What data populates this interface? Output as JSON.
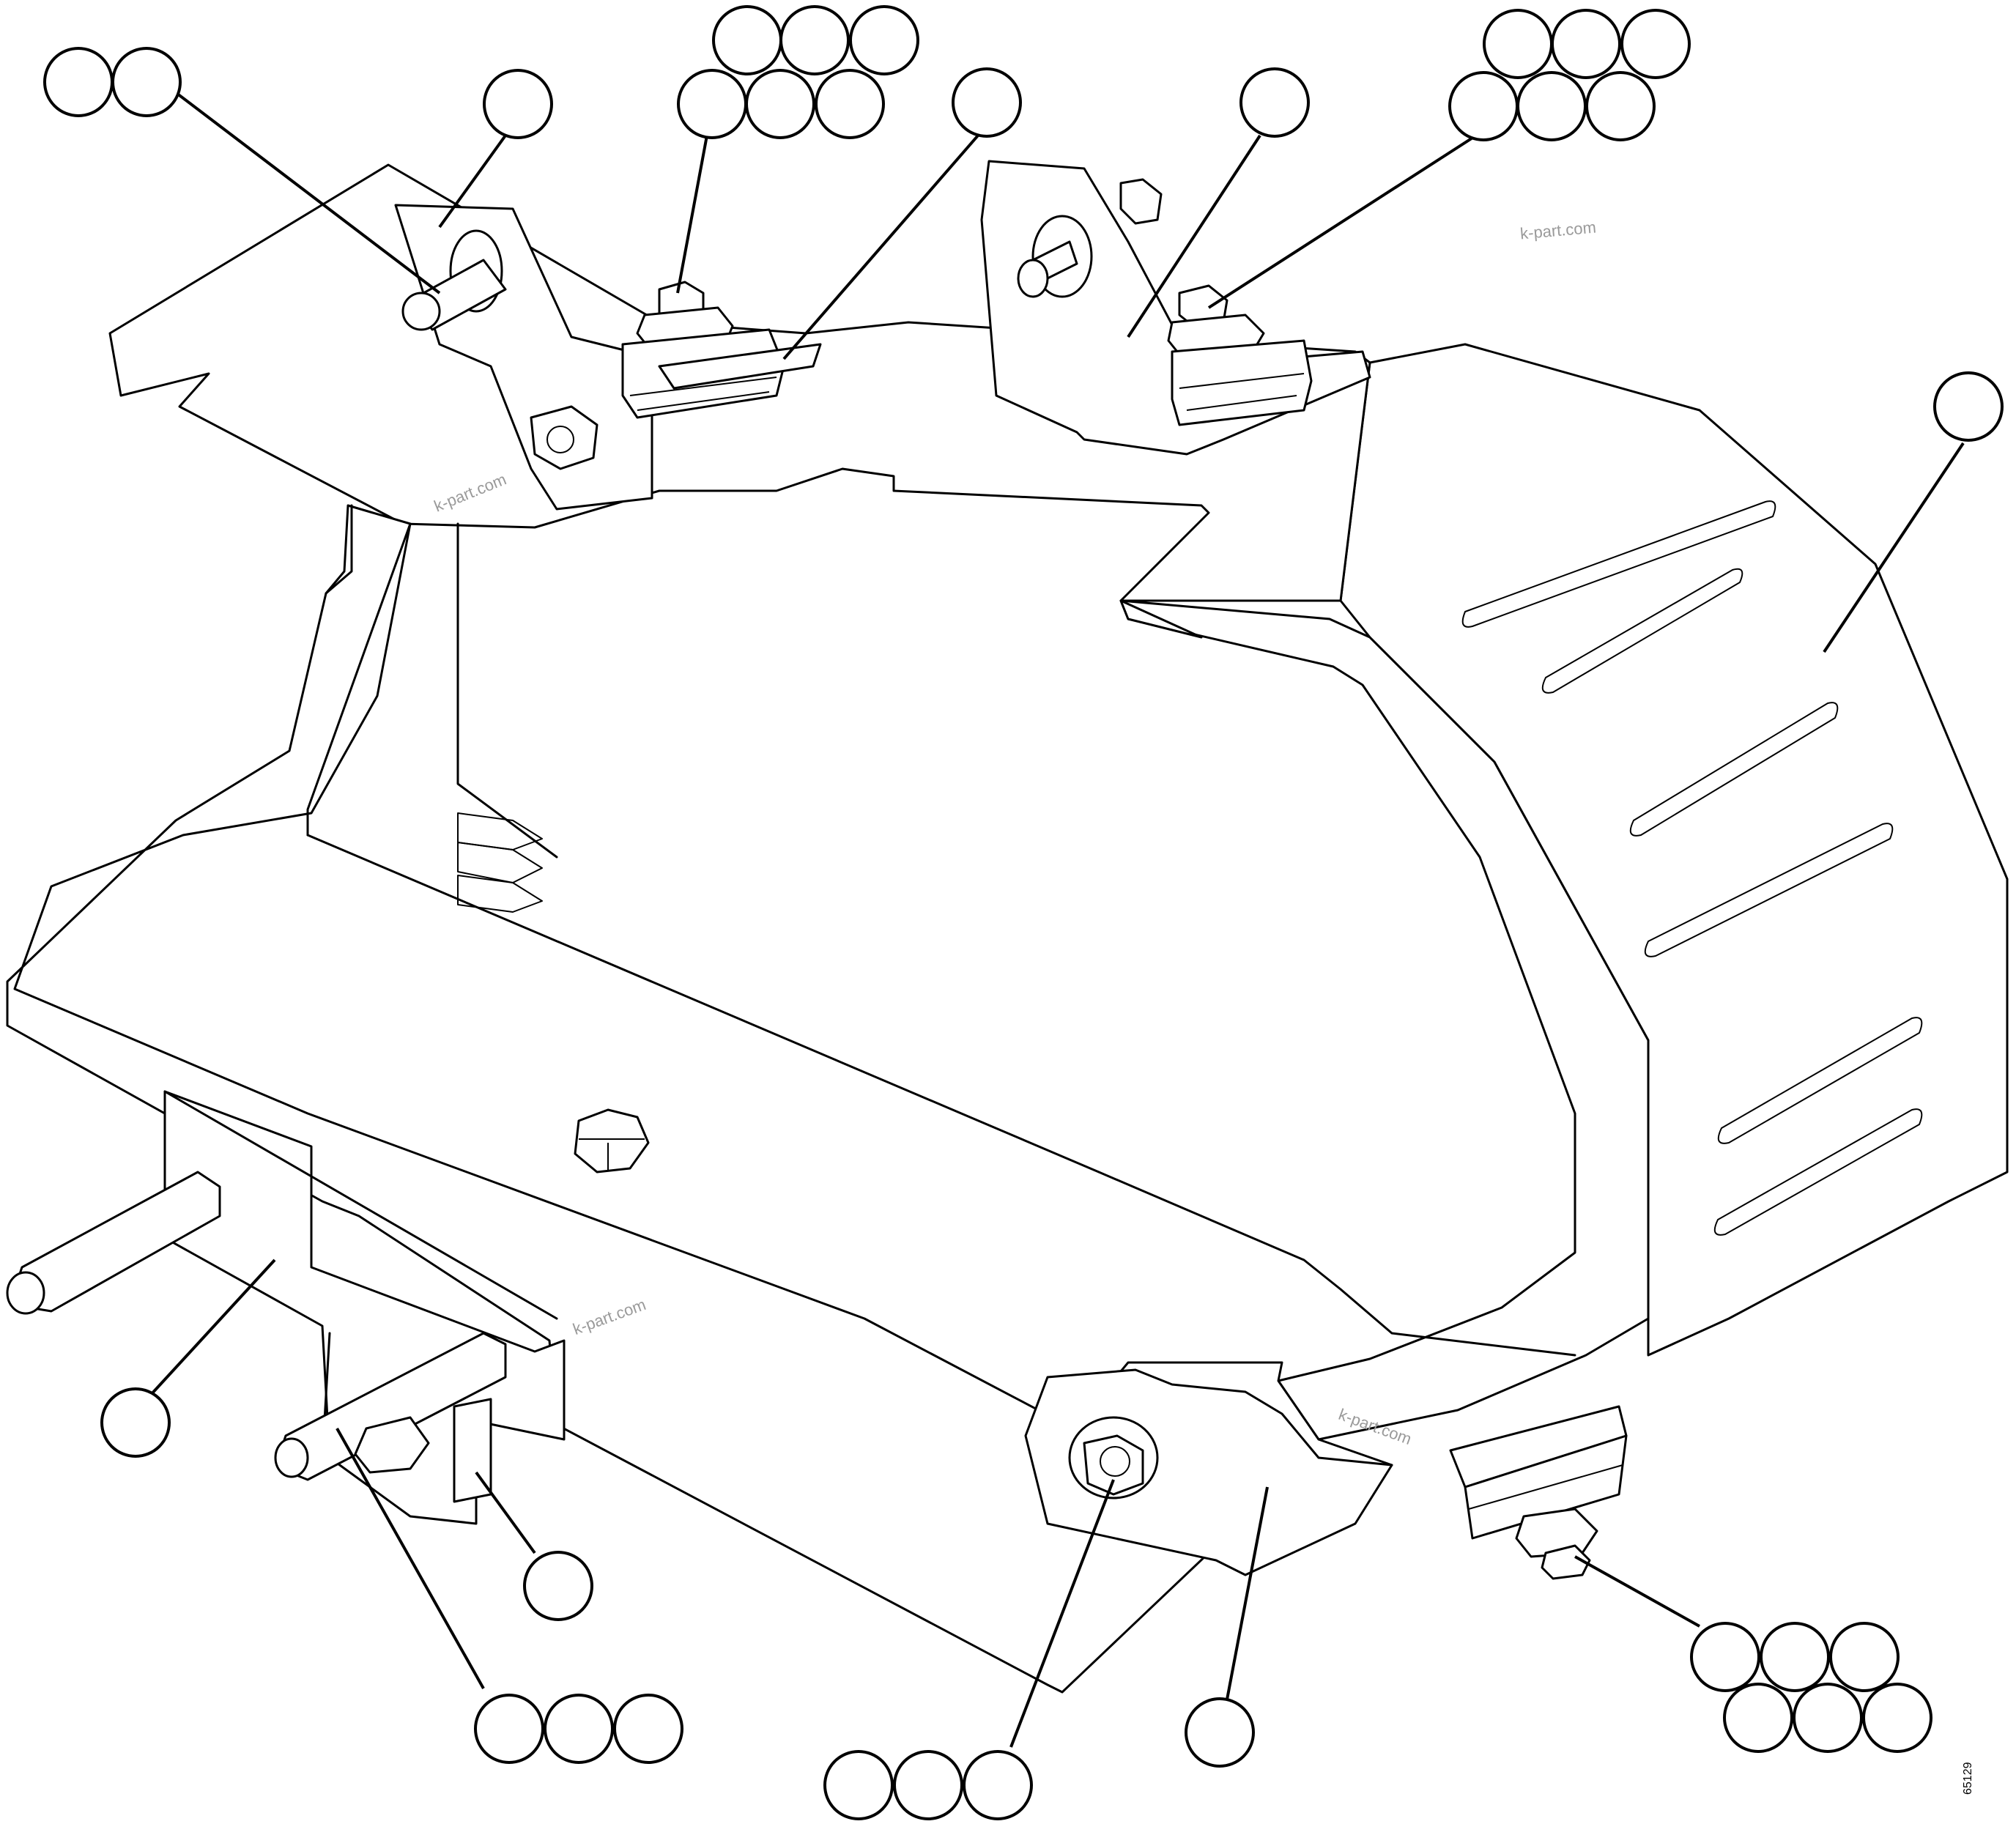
{
  "figure": {
    "number": "65129",
    "watermarks": [
      "k-part.com",
      "k-part.com",
      "k-part.com",
      "k-part.com"
    ]
  },
  "callout_groups": [
    {
      "name": "top-left-pin",
      "bubbles": 2
    },
    {
      "name": "left-bracket",
      "bubbles": 1
    },
    {
      "name": "top-center-hardware",
      "bubbles": 6
    },
    {
      "name": "center-bracket-leader",
      "bubbles": 1
    },
    {
      "name": "right-bracket",
      "bubbles": 1
    },
    {
      "name": "top-right-hardware",
      "bubbles": 6
    },
    {
      "name": "guard-panel",
      "bubbles": 1
    },
    {
      "name": "lower-left-block",
      "bubbles": 1
    },
    {
      "name": "lower-spacer",
      "bubbles": 1
    },
    {
      "name": "lower-pin",
      "bubbles": 3
    },
    {
      "name": "lower-bolt",
      "bubbles": 3
    },
    {
      "name": "lower-bracket",
      "bubbles": 1
    },
    {
      "name": "lower-right-hardware",
      "bubbles": 6
    }
  ]
}
